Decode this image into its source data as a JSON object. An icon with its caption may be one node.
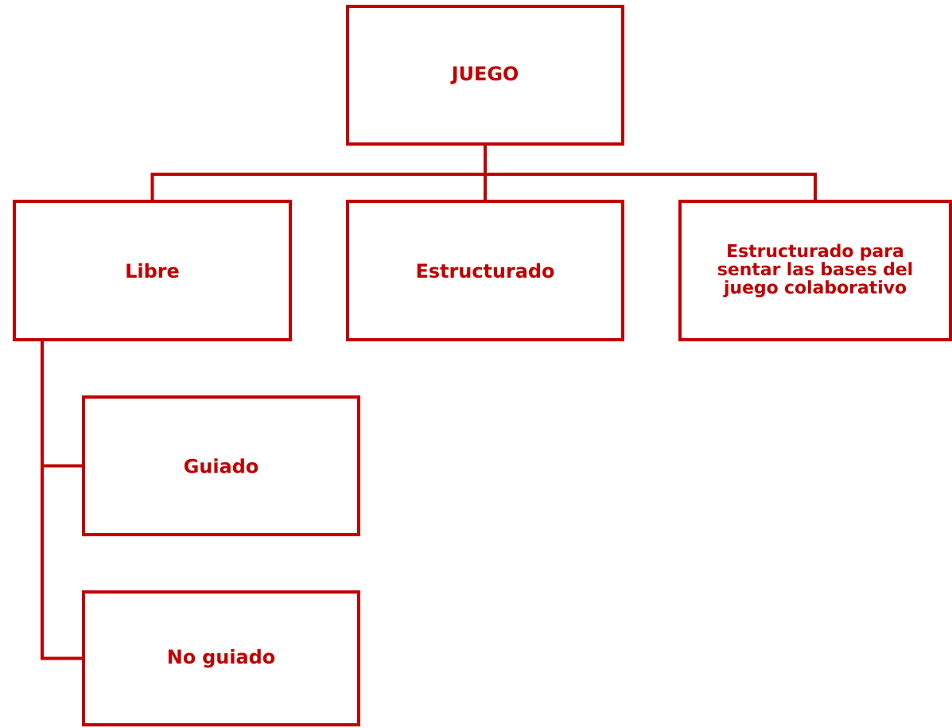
{
  "diagram": {
    "nodes": [
      {
        "text": [
          "JUEGO"
        ]
      },
      {
        "text": [
          "Libre"
        ]
      },
      {
        "text": [
          "Estructurado"
        ]
      },
      {
        "text": [
          "Estructurado para sentar las bases del juego colaborativo"
        ]
      },
      {
        "text": [
          "Guiado"
        ]
      },
      {
        "text": [
          "No guiado"
        ]
      }
    ],
    "edges": [
      {
        "from": 0,
        "to": 1,
        "arrow": "none"
      },
      {
        "from": 0,
        "to": 2,
        "arrow": "none"
      },
      {
        "from": 0,
        "to": 3,
        "arrow": "none"
      },
      {
        "from": 1,
        "to": 4,
        "arrow": "none"
      },
      {
        "from": 1,
        "to": 5,
        "arrow": "none"
      }
    ]
  }
}
